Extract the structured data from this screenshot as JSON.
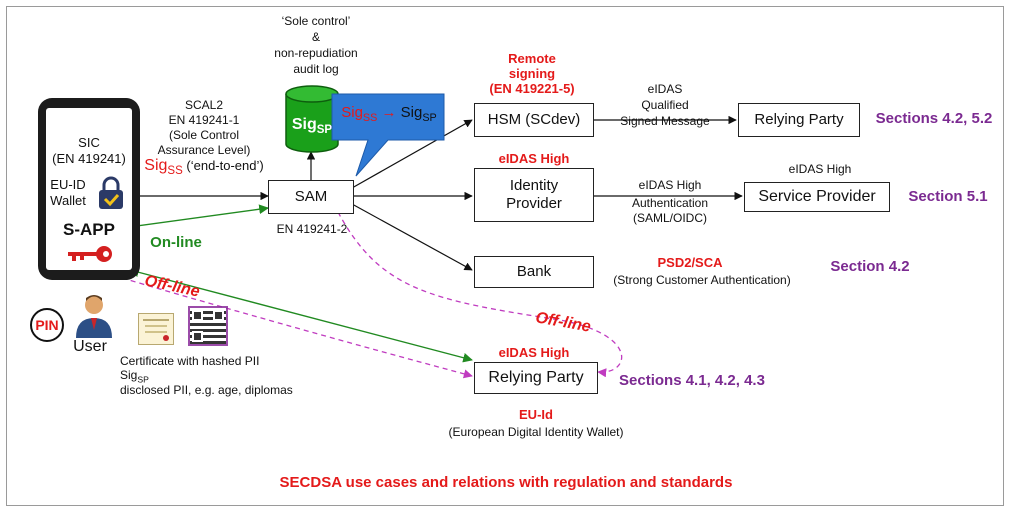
{
  "phone": {
    "sic_line1": "SIC",
    "sic_line2": "(EN 419241)",
    "wallet_line1": "EU-ID",
    "wallet_line2": "Wallet",
    "app_label": "S-APP"
  },
  "user": {
    "pin": "PIN",
    "label": "User"
  },
  "certificate": {
    "line1": "Certificate with hashed PII",
    "sig_base": "Sig",
    "sig_sub": "SP",
    "line3": "disclosed PII, e.g. age, diplomas"
  },
  "sole_control": {
    "line1": "‘Sole control’",
    "line2": "&",
    "line3": "non-repudiation",
    "line4": "audit log"
  },
  "db": {
    "base": "Sig",
    "sub": "SP"
  },
  "callout": {
    "from_base": "Sig",
    "from_sub": "SS",
    "arrow": "→",
    "to_base": "Sig",
    "to_sub": "SP"
  },
  "scal": {
    "line1": "SCAL2",
    "line2": "EN 419241-1",
    "line3": "(Sole Control",
    "line4": "Assurance Level)",
    "sig_base": "Sig",
    "sig_sub": "SS",
    "sig_note": " (‘end-to-end’)"
  },
  "sam": {
    "label": "SAM",
    "standard": "EN 419241-2"
  },
  "online": "On-line",
  "offline_left": "Off-line",
  "offline_right": "Off-line",
  "remote_signing": {
    "line1": "Remote",
    "line2": "signing",
    "line3": "(EN 419221-5)"
  },
  "hsm": {
    "label": "HSM (SCdev)"
  },
  "eidas_qualified": {
    "line1": "eIDAS",
    "line2": "Qualified",
    "line3": "Signed Message"
  },
  "relying_party_top": {
    "label": "Relying Party"
  },
  "sections_top": "Sections 4.2, 5.2",
  "eidas_high_idp": "eIDAS High",
  "idp": {
    "line1": "Identity",
    "line2": "Provider"
  },
  "eidas_auth": {
    "line1": "eIDAS High",
    "line2": "Authentication",
    "line3": "(SAML/OIDC)"
  },
  "eidas_high_sp": "eIDAS High",
  "service_provider": {
    "label": "Service Provider"
  },
  "sections_sp": "Section 5.1",
  "bank": {
    "label": "Bank"
  },
  "psd2": {
    "line1": "PSD2/SCA",
    "line2": "(Strong Customer Authentication)"
  },
  "sections_bank": "Section 4.2",
  "eidas_high_rp": "eIDAS High",
  "relying_party_bottom": {
    "label": "Relying Party"
  },
  "sections_rp": "Sections 4.1, 4.2, 4.3",
  "eu_id": {
    "line1": "EU-Id",
    "line2": "(European Digital Identity Wallet)"
  },
  "caption": "SECDSA use cases and relations with regulation and standards",
  "colors": {
    "red": "#e41a1a",
    "green": "#218a21",
    "purple": "#7b2a91",
    "callout_blue": "#2e79d4",
    "db_green": "#1aa01a",
    "dashed_magenta": "#c03cc0"
  }
}
